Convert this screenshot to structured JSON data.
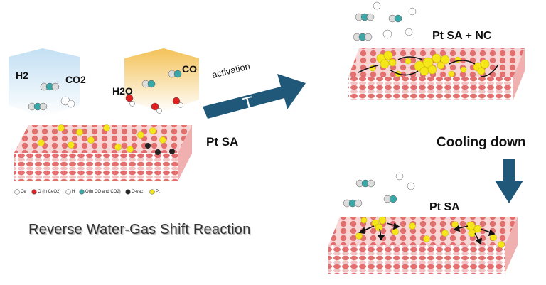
{
  "title": "Reverse Water-Gas Shift Reaction",
  "labels": {
    "h2": "H2",
    "co2": "CO2",
    "h2o": "H2O",
    "co": "CO",
    "activation": "activation",
    "temperature_symbol": "T",
    "pt_sa_middle": "Pt SA",
    "pt_sa_nc": "Pt SA + NC",
    "cooling_down": "Cooling down",
    "pt_sa_bottom": "Pt SA"
  },
  "legend": [
    {
      "label": "Ce",
      "color": "#ffffff"
    },
    {
      "label": "O (in CeO2)",
      "color": "#e02020"
    },
    {
      "label": "H",
      "color": "#ffffff"
    },
    {
      "label": "O(in CO and CO2)",
      "color": "#3aa8a8"
    },
    {
      "label": "O-vac",
      "color": "#222222"
    },
    {
      "label": "Pt",
      "color": "#f5e61a"
    }
  ],
  "colors": {
    "lattice_red": "#e88080",
    "lattice_pink": "#f6cccc",
    "pt_yellow": "#f5e61a",
    "arrow_blue": "#1f5878",
    "gas_box_blue": "#cfe6f5",
    "gas_box_orange": "#f2c45a"
  }
}
